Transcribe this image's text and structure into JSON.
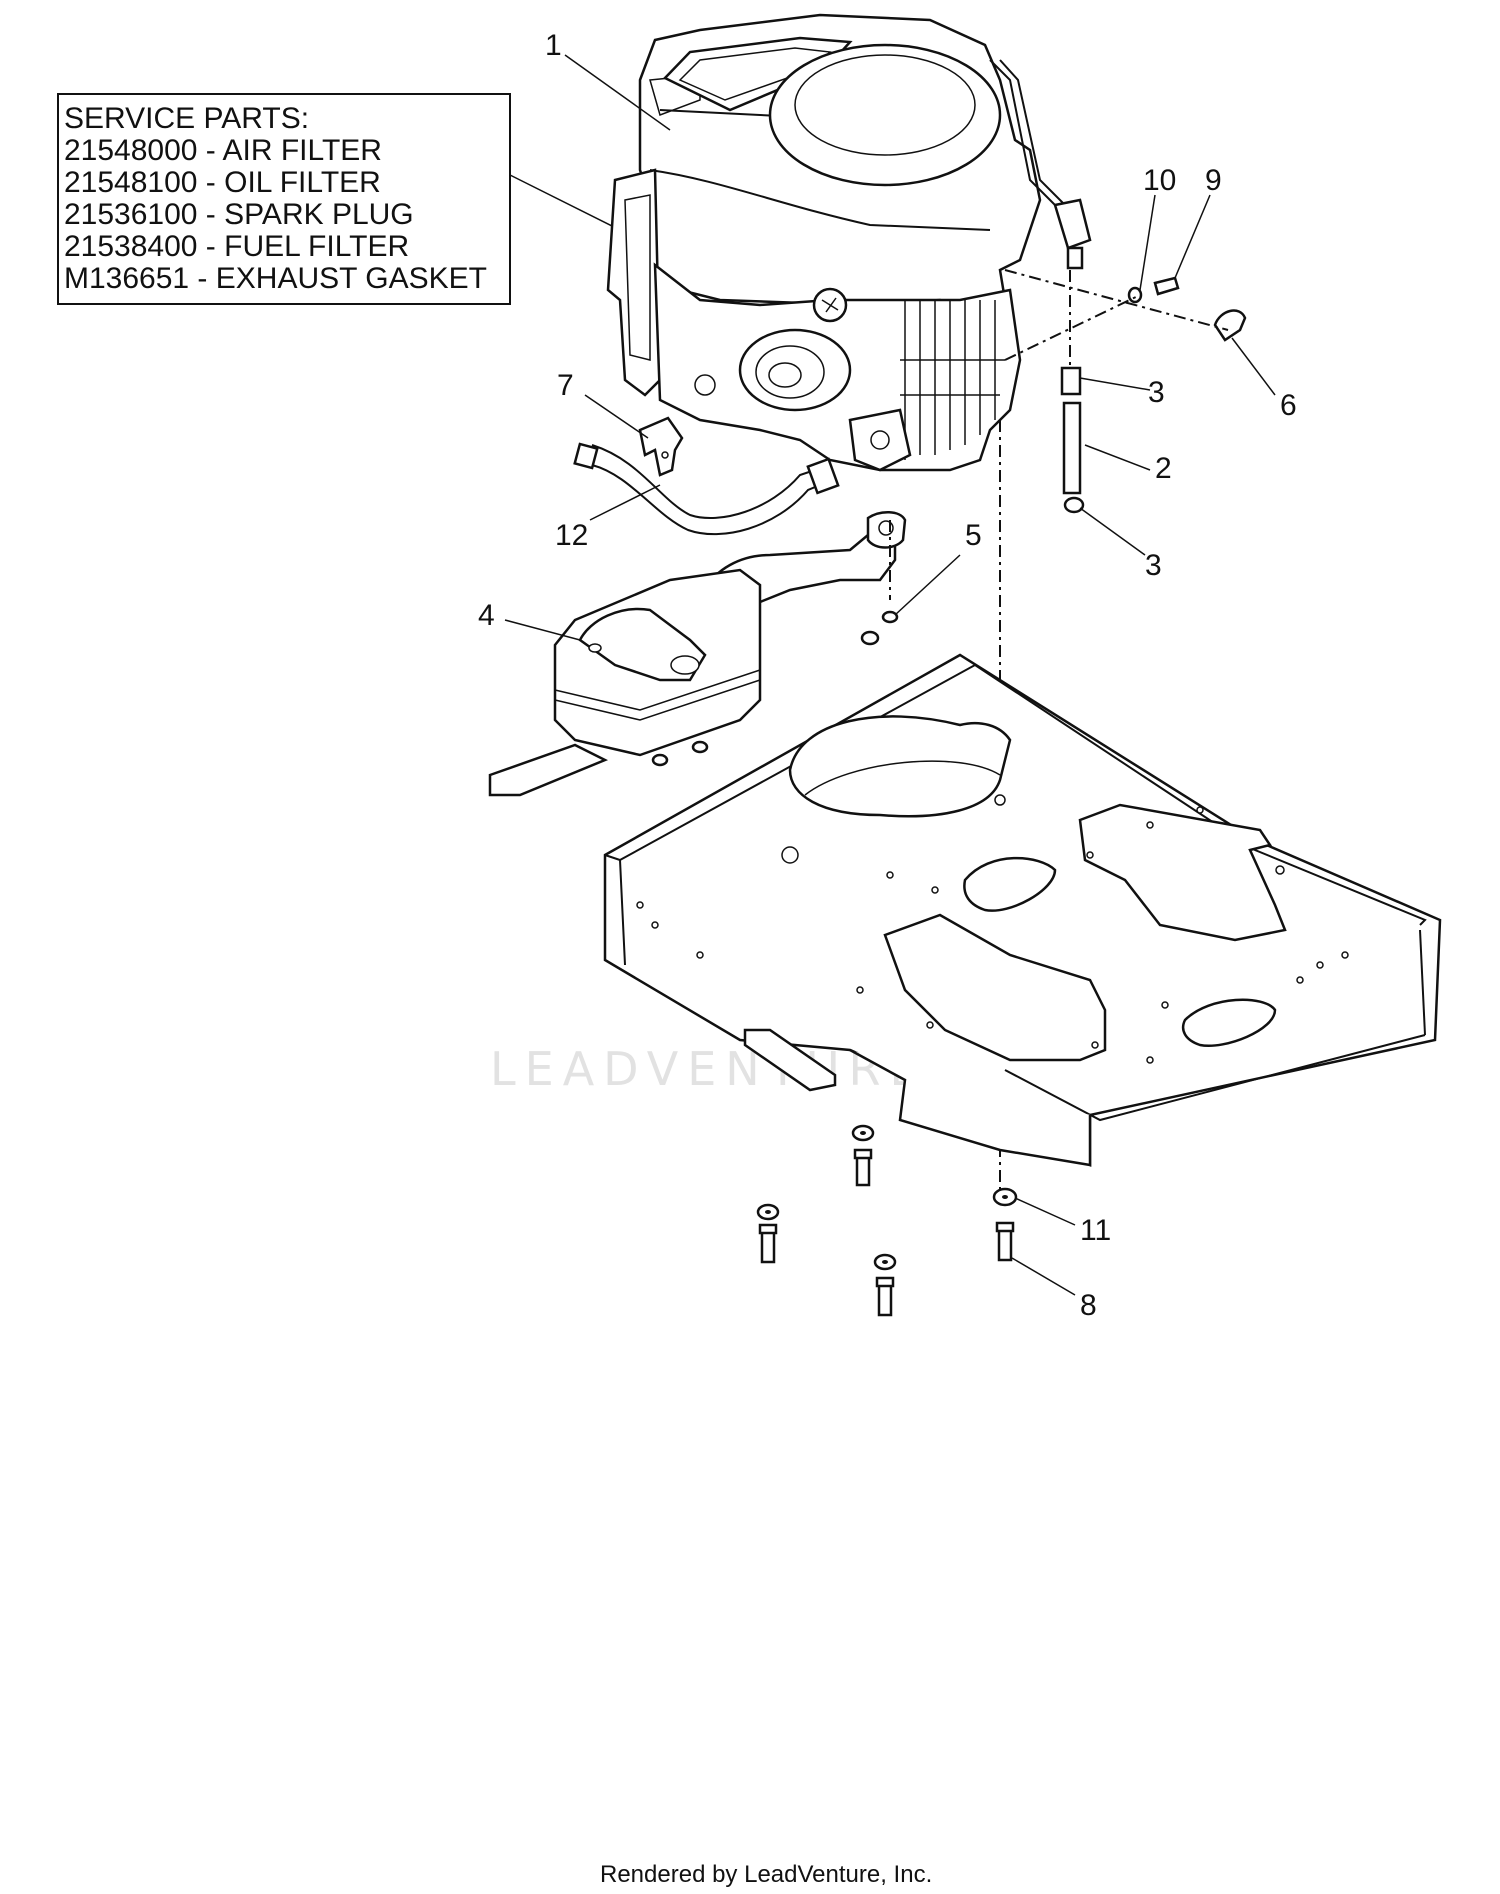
{
  "service_parts": {
    "heading": "SERVICE PARTS:",
    "lines": [
      "21548000 - AIR FILTER",
      "21548100 - OIL FILTER",
      "21536100 - SPARK PLUG",
      "21538400 - FUEL FILTER",
      "M136651 - EXHAUST GASKET"
    ]
  },
  "callouts": {
    "c1": "1",
    "c2": "2",
    "c3a": "3",
    "c3b": "3",
    "c4": "4",
    "c5": "5",
    "c6": "6",
    "c7": "7",
    "c8": "8",
    "c9": "9",
    "c10": "10",
    "c11": "11",
    "c12": "12"
  },
  "watermark": "LEADVENTURE",
  "footer": "Rendered by LeadVenture, Inc."
}
